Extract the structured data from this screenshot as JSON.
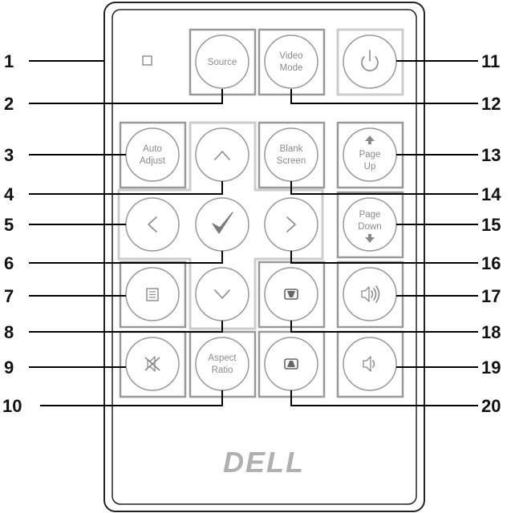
{
  "buttons": {
    "source": "Source",
    "video_mode": [
      "Video",
      "Mode"
    ],
    "auto_adjust": [
      "Auto",
      "Adjust"
    ],
    "blank_screen": [
      "Blank",
      "Screen"
    ],
    "page_up": [
      "Page",
      "Up"
    ],
    "page_down": [
      "Page",
      "Down"
    ],
    "aspect_ratio": [
      "Aspect",
      "Ratio"
    ]
  },
  "brand": "DELL",
  "callouts": [
    "1",
    "2",
    "3",
    "4",
    "5",
    "6",
    "7",
    "8",
    "9",
    "10",
    "11",
    "12",
    "13",
    "14",
    "15",
    "16",
    "17",
    "18",
    "19",
    "20"
  ]
}
